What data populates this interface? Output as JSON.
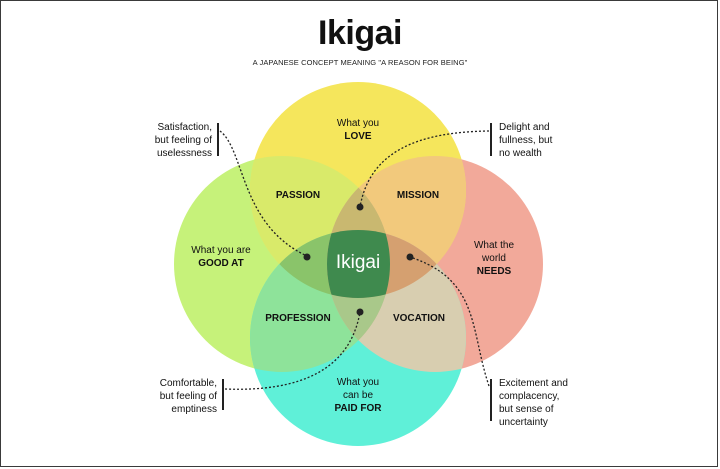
{
  "title": "Ikigai",
  "subtitle": "A JAPANESE CONCEPT MEANING \"A REASON FOR BEING\"",
  "circles": {
    "love": {
      "line1": "What you",
      "line2": "LOVE",
      "color": "#f5e65c"
    },
    "good_at": {
      "line1": "What you are",
      "line2": "GOOD AT",
      "color": "#c6f27a"
    },
    "needs": {
      "line1": "What the",
      "line2": "world",
      "line3": "NEEDS",
      "color": "#f2a99a"
    },
    "paid_for": {
      "line1": "What you",
      "line2": "can be",
      "line3": "PAID FOR",
      "color": "#5ff0d8"
    }
  },
  "overlaps": {
    "passion": "PASSION",
    "mission": "MISSION",
    "profession": "PROFESSION",
    "vocation": "VOCATION"
  },
  "center": "Ikigai",
  "annotations": {
    "top_left": [
      "Satisfaction,",
      "but feeling of",
      "uselessness"
    ],
    "top_right": [
      "Delight and",
      "fullness, but",
      "no wealth"
    ],
    "bottom_left": [
      "Comfortable,",
      "but feeling of",
      "emptiness"
    ],
    "bottom_right": [
      "Excitement and",
      "complacency,",
      "but sense of",
      "uncertainty"
    ]
  },
  "colors": {
    "passion": "#d9ea6a",
    "mission": "#f2c97c",
    "profession": "#8ee39a",
    "vocation": "#d8ceb0",
    "center": "#3f8a4e"
  }
}
